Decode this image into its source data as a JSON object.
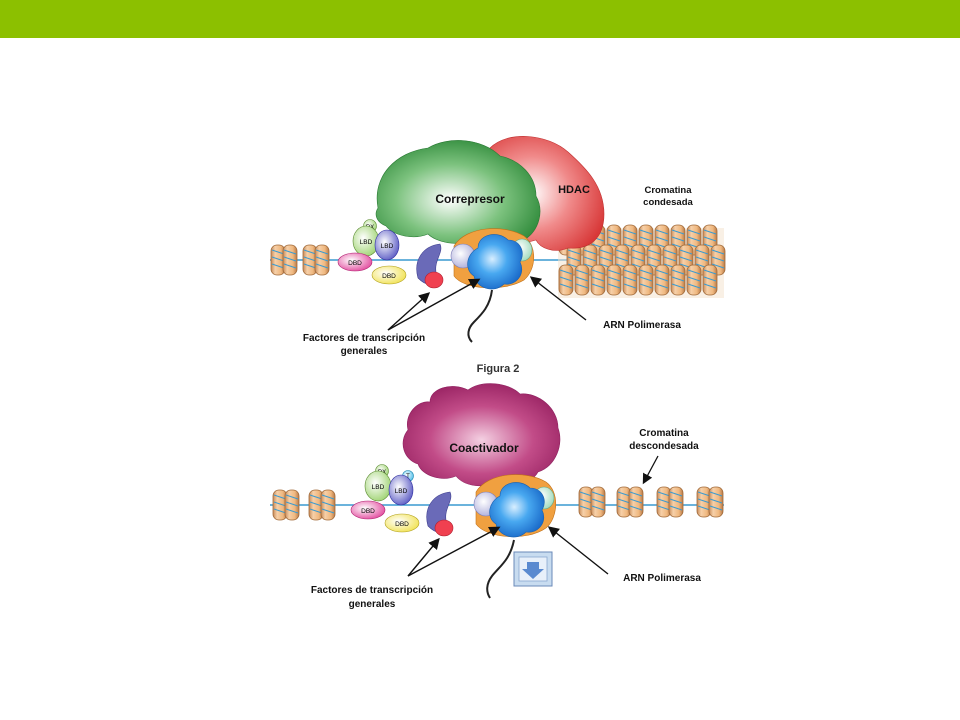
{
  "slide": {
    "accent_color": "#8cc000"
  },
  "top_diagram": {
    "corepressor_label": "Correpresor",
    "hdac_label": "HDAC",
    "chromatin_label_line1": "Cromatina",
    "chromatin_label_line2": "condesada",
    "rx_label": "RX",
    "lbd_left_label": "LBD",
    "lbd_right_label": "LBD",
    "dbd_left_label": "DBD",
    "dbd_right_label": "DBD",
    "factors_line1": "Factores de transcripción",
    "factors_line2": "generales",
    "polymerase_label": "ARN Polimerasa",
    "caption": "Figura 2"
  },
  "bottom_diagram": {
    "coactivator_label": "Coactivador",
    "chromatin_label_line1": "Cromatina",
    "chromatin_label_line2": "descondesada",
    "rx_label": "RX",
    "t_label": "T",
    "lbd_left_label": "LBD",
    "lbd_right_label": "LBD",
    "dbd_left_label": "DBD",
    "dbd_right_label": "DBD",
    "factors_line1": "Factores de transcripción",
    "factors_line2": "generales",
    "polymerase_label": "ARN Polimerasa"
  },
  "colors": {
    "corepressor": "#3f9a46",
    "hdac": "#e85050",
    "coactivator": "#b0306e",
    "polymerase": "#2a8fe0",
    "nucleosome": "#e8b078",
    "dna": "#3a9ad0"
  },
  "icons": [
    "download-arrow-icon"
  ]
}
